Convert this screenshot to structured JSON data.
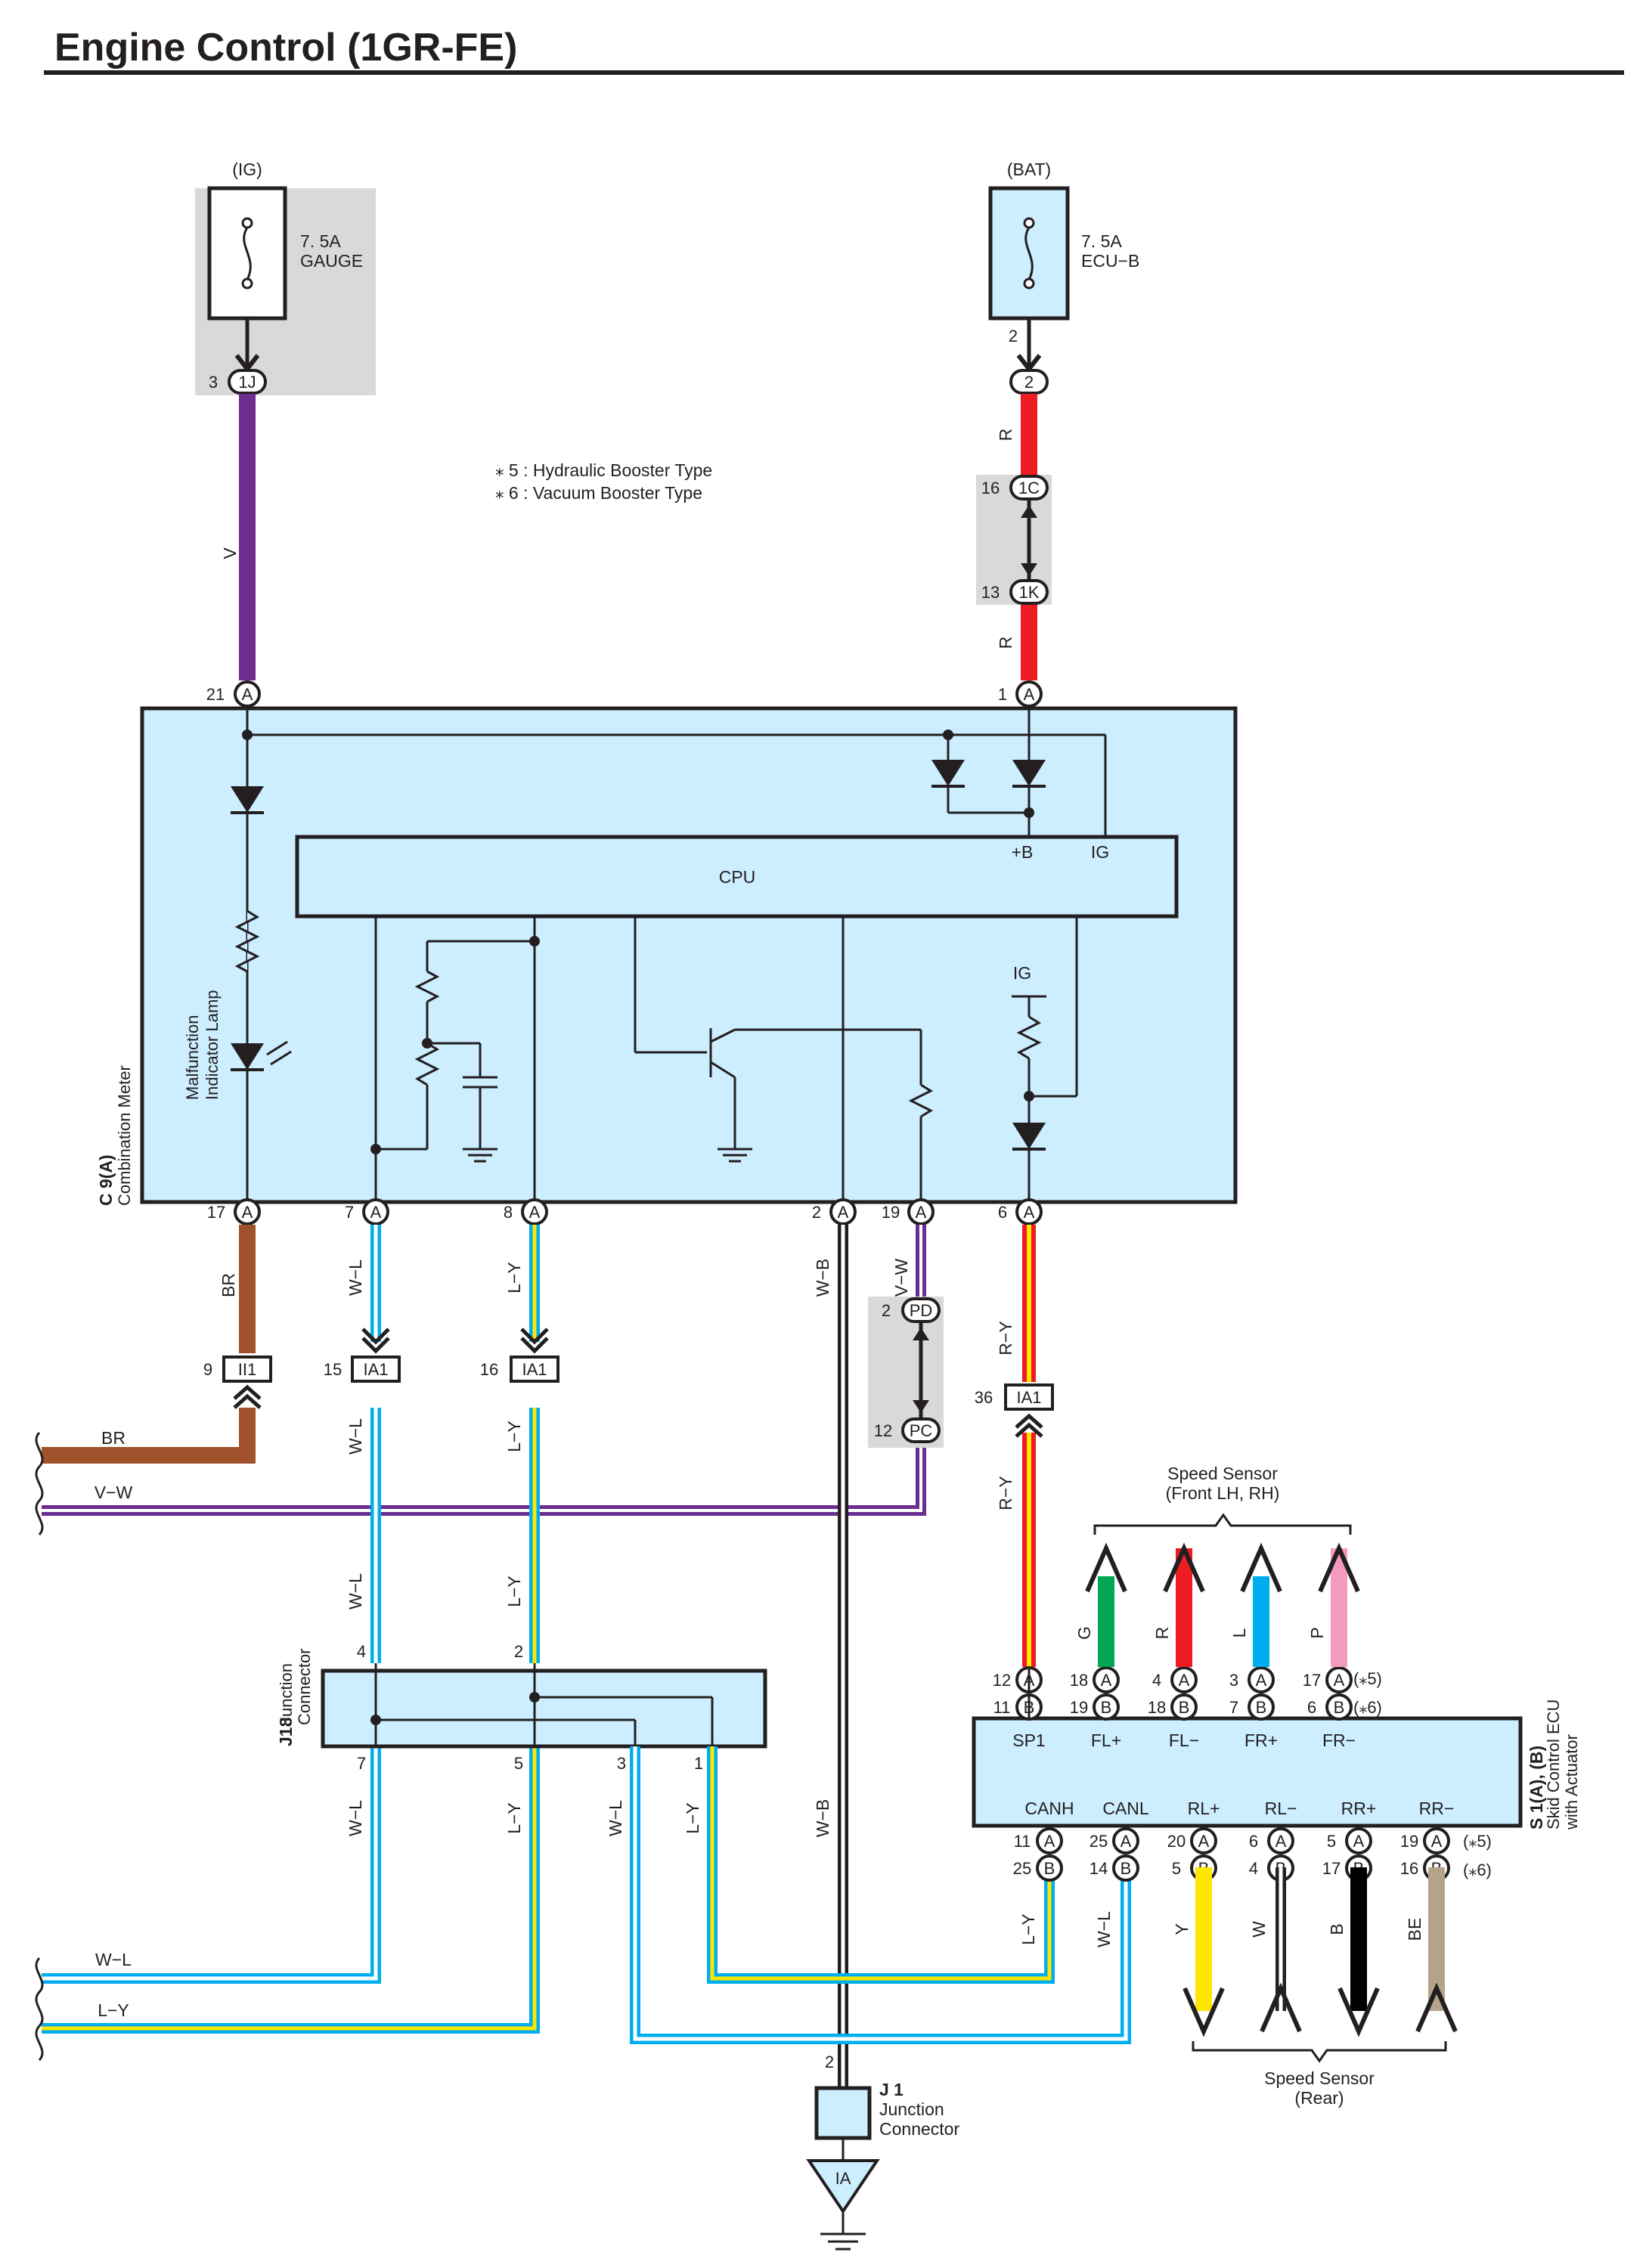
{
  "title": "Engine Control (1GR-FE)",
  "notes": [
    "⁎ 5 : Hydraulic Booster Type",
    "⁎ 6 : Vacuum Booster Type"
  ],
  "sources": {
    "ig": {
      "label": "(IG)",
      "fuse": "7. 5A",
      "name": "GAUGE",
      "pin": "3",
      "conn": "1J"
    },
    "bat": {
      "label": "(BAT)",
      "fuse": "7. 5A",
      "name": "ECU−B",
      "pin_top": "2",
      "conn": "2"
    }
  },
  "relay_conn": {
    "pin1": "16",
    "conn1": "1C",
    "pin2": "13",
    "conn2": "1K"
  },
  "meter": {
    "id": "C 9(A)",
    "name": "Combination Meter",
    "cpu": "CPU",
    "plus_b": "+B",
    "ig_label": "IG",
    "ig_lower": "IG",
    "lamp_line1": "Malfunction",
    "lamp_line2": "Indicator Lamp",
    "top_pins": {
      "left": "21",
      "right": "1"
    },
    "bottom_pins": [
      "17",
      "7",
      "8",
      "2",
      "19",
      "6"
    ],
    "conn_letter": "A"
  },
  "wire_colors": {
    "V": "#6b2d8f",
    "R": "#ed1c24",
    "BR": "#a0522d",
    "W": "#ffffff",
    "L": "#00aeef",
    "Y": "#ffe600",
    "B": "#000000",
    "G": "#00a651",
    "P": "#f49ac1",
    "BE": "#b5a48a",
    "gray": "#d9d9d9",
    "box": "#cceeff"
  },
  "wire_labels": {
    "v": "V",
    "r": "R",
    "br": "BR",
    "wl": "W−L",
    "ly": "L−Y",
    "wb": "W−B",
    "vw": "V−W",
    "ry": "R−Y",
    "g": "G",
    "l": "L",
    "p": "P",
    "y": "Y",
    "w": "W",
    "b": "B",
    "be": "BE"
  },
  "inline_conns": {
    "ii1": {
      "pin": "9",
      "name": "II1"
    },
    "ia1a": {
      "pin": "15",
      "name": "IA1"
    },
    "ia1b": {
      "pin": "16",
      "name": "IA1"
    },
    "ia1c": {
      "pin": "36",
      "name": "IA1"
    },
    "pd": {
      "pin": "2",
      "name": "PD"
    },
    "pc": {
      "pin": "12",
      "name": "PC"
    }
  },
  "junction_j18": {
    "id": "J18",
    "line1": "Junction",
    "line2": "Connector",
    "top_pins": [
      "4",
      "2"
    ],
    "bottom_pins": [
      "7",
      "5",
      "3",
      "1"
    ]
  },
  "junction_j1": {
    "id": "J 1",
    "line1": "Junction",
    "line2": "Connector",
    "pin": "2",
    "ground": "IA"
  },
  "skid": {
    "id": "S 1(A), (B)",
    "line1": "Skid Control ECU",
    "line2": "with Actuator",
    "top_terms": [
      "SP1",
      "FL+",
      "FL−",
      "FR+",
      "FR−"
    ],
    "top_pins_a": [
      "12",
      "18",
      "4",
      "3",
      "17"
    ],
    "top_pins_b": [
      "11",
      "19",
      "18",
      "7",
      "6"
    ],
    "bot_terms": [
      "CANH",
      "CANL",
      "RL+",
      "RL−",
      "RR+",
      "RR−"
    ],
    "bot_pins_a": [
      "11",
      "25",
      "20",
      "6",
      "5",
      "19"
    ],
    "bot_pins_b": [
      "25",
      "14",
      "5",
      "4",
      "17",
      "16"
    ],
    "note5": "(⁎5)",
    "note6": "(⁎6)"
  },
  "speed_front": {
    "line1": "Speed Sensor",
    "line2": "(Front LH,  RH)"
  },
  "speed_rear": {
    "line1": "Speed Sensor",
    "line2": "(Rear)"
  },
  "left_wires": {
    "br": "BR",
    "vw": "V−W",
    "wl": "W−L",
    "ly": "L−Y"
  }
}
